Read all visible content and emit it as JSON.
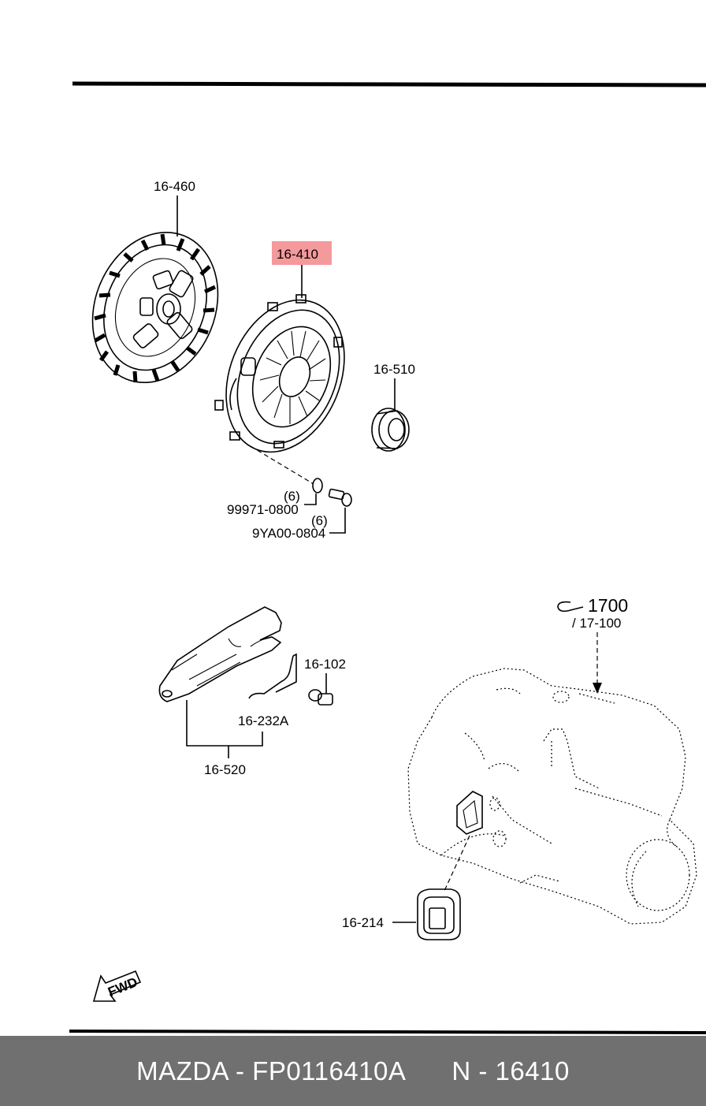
{
  "labels": {
    "clutch_disc": "16-460",
    "clutch_cover": "16-410",
    "release_bearing": "16-510",
    "washer": "99971-0800",
    "washer_qty": "(6)",
    "bolt": "9YA00-0804",
    "bolt_qty": "(6)",
    "transmission_ref": "1700",
    "transmission_sub": "/ 17-100",
    "pivot_bolt": "16-102",
    "spring_clip": "16-232A",
    "release_fork": "16-520",
    "boot": "16-214",
    "fwd": "FWD"
  },
  "highlight_color": "#f4999c",
  "footer": {
    "part": "MAZDA - FP0116410A",
    "ref": "N - 16410"
  }
}
